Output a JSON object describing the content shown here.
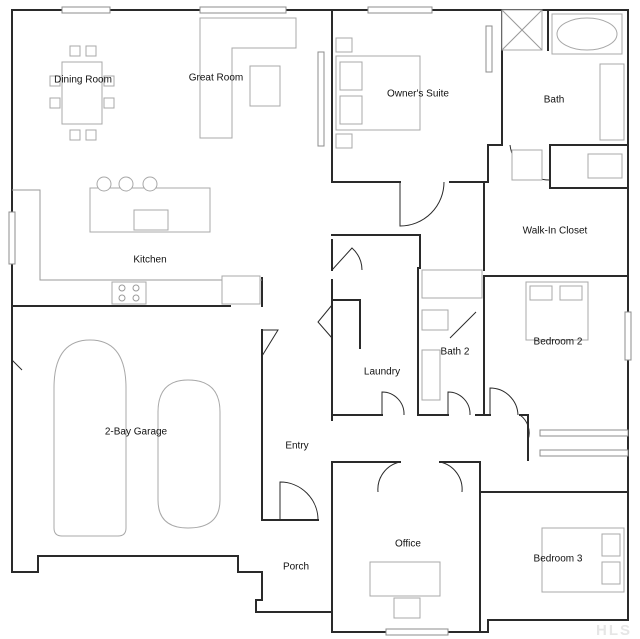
{
  "rooms": {
    "dining_room": "Dining Room",
    "great_room": "Great Room",
    "owners_suite": "Owner's Suite",
    "bath": "Bath",
    "kitchen": "Kitchen",
    "walk_in_closet": "Walk-In Closet",
    "bedroom_2": "Bedroom 2",
    "bath_2": "Bath 2",
    "laundry": "Laundry",
    "garage": "2-Bay Garage",
    "entry": "Entry",
    "office": "Office",
    "porch": "Porch",
    "bedroom_3": "Bedroom 3"
  },
  "watermark": "HLS"
}
